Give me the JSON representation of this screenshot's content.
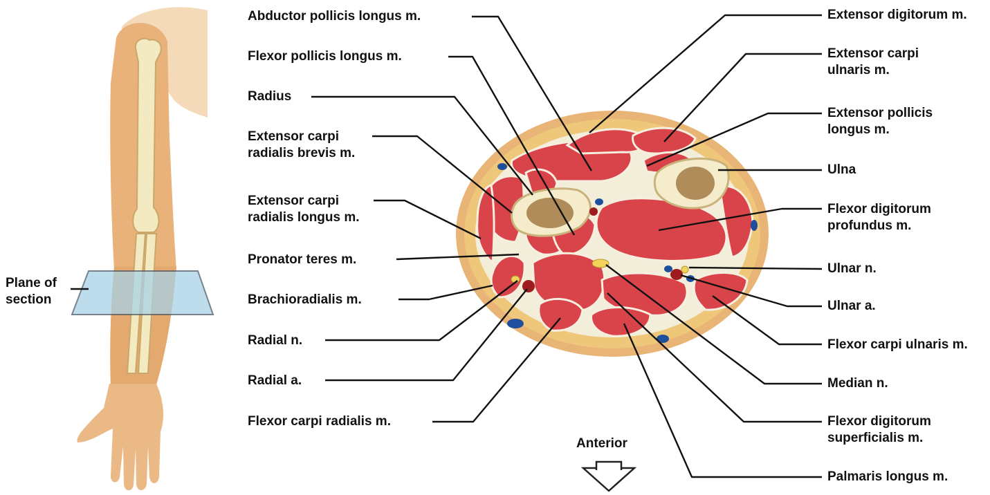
{
  "labels_left": {
    "abductor_pollicis_longus": "Abductor pollicis longus m.",
    "flexor_pollicis_longus": "Flexor pollicis longus m.",
    "radius": "Radius",
    "ext_carpi_rad_brevis_1": "Extensor carpi",
    "ext_carpi_rad_brevis_2": "radialis brevis m.",
    "ext_carpi_rad_longus_1": "Extensor carpi",
    "ext_carpi_rad_longus_2": "radialis longus m.",
    "pronator_teres": "Pronator teres m.",
    "brachioradialis": "Brachioradialis m.",
    "radial_n": "Radial n.",
    "radial_a": "Radial a.",
    "flexor_carpi_radialis": "Flexor carpi radialis m."
  },
  "labels_right": {
    "extensor_digitorum": "Extensor digitorum m.",
    "ext_carpi_ulnaris_1": "Extensor carpi",
    "ext_carpi_ulnaris_2": "ulnaris m.",
    "ext_pollicis_longus_1": "Extensor pollicis",
    "ext_pollicis_longus_2": "longus m.",
    "ulna": "Ulna",
    "flex_dig_profundus_1": "Flexor digitorum",
    "flex_dig_profundus_2": "profundus m.",
    "ulnar_n": "Ulnar n.",
    "ulnar_a": "Ulnar a.",
    "flexor_carpi_ulnaris": "Flexor carpi ulnaris m.",
    "median_n": "Median n.",
    "flex_dig_superficialis_1": "Flexor digitorum",
    "flex_dig_superficialis_2": "superficialis m.",
    "palmaris_longus": "Palmaris longus m."
  },
  "plane": {
    "line1": "Plane of",
    "line2": "section"
  },
  "orientation": {
    "anterior": "Anterior"
  },
  "colors": {
    "muscle": "#d9434a",
    "muscle_dark": "#b82a33",
    "fat": "#eec77a",
    "skin": "#e9b577",
    "bone": "#f4eccb",
    "marrow": "#b08c5a",
    "vein": "#1f4f9c",
    "artery": "#9e1b1e",
    "nerve": "#f1d25a",
    "plane": "#a9d2e6"
  }
}
